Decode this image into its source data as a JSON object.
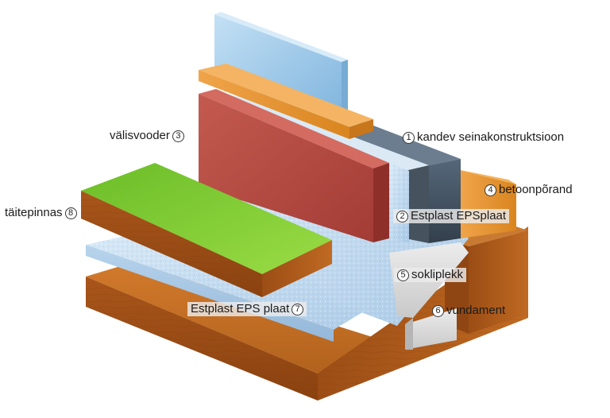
{
  "labels": [
    {
      "num": "1",
      "text": "kandev seinakonstruktsioon"
    },
    {
      "num": "2",
      "text": "Estplast EPSplaat"
    },
    {
      "num": "3",
      "text": "välisvooder"
    },
    {
      "num": "4",
      "text": "betoonpõrand"
    },
    {
      "num": "5",
      "text": "sokliplekk"
    },
    {
      "num": "6",
      "text": "vundament"
    },
    {
      "num": "7",
      "text": "Estplast EPS plaat"
    },
    {
      "num": "8",
      "text": "täitepinnas"
    }
  ],
  "colors": {
    "wood_brown": "#b5651d",
    "concrete_orange": "#e8942e",
    "eps_blue": "#c3dcf0",
    "cladding_red": "#b84a42",
    "wall_dark": "#3f4d5b",
    "glass": "#8cc0e6",
    "grass_green": "#7cc832",
    "flashing_grey": "#dcdcdc"
  }
}
